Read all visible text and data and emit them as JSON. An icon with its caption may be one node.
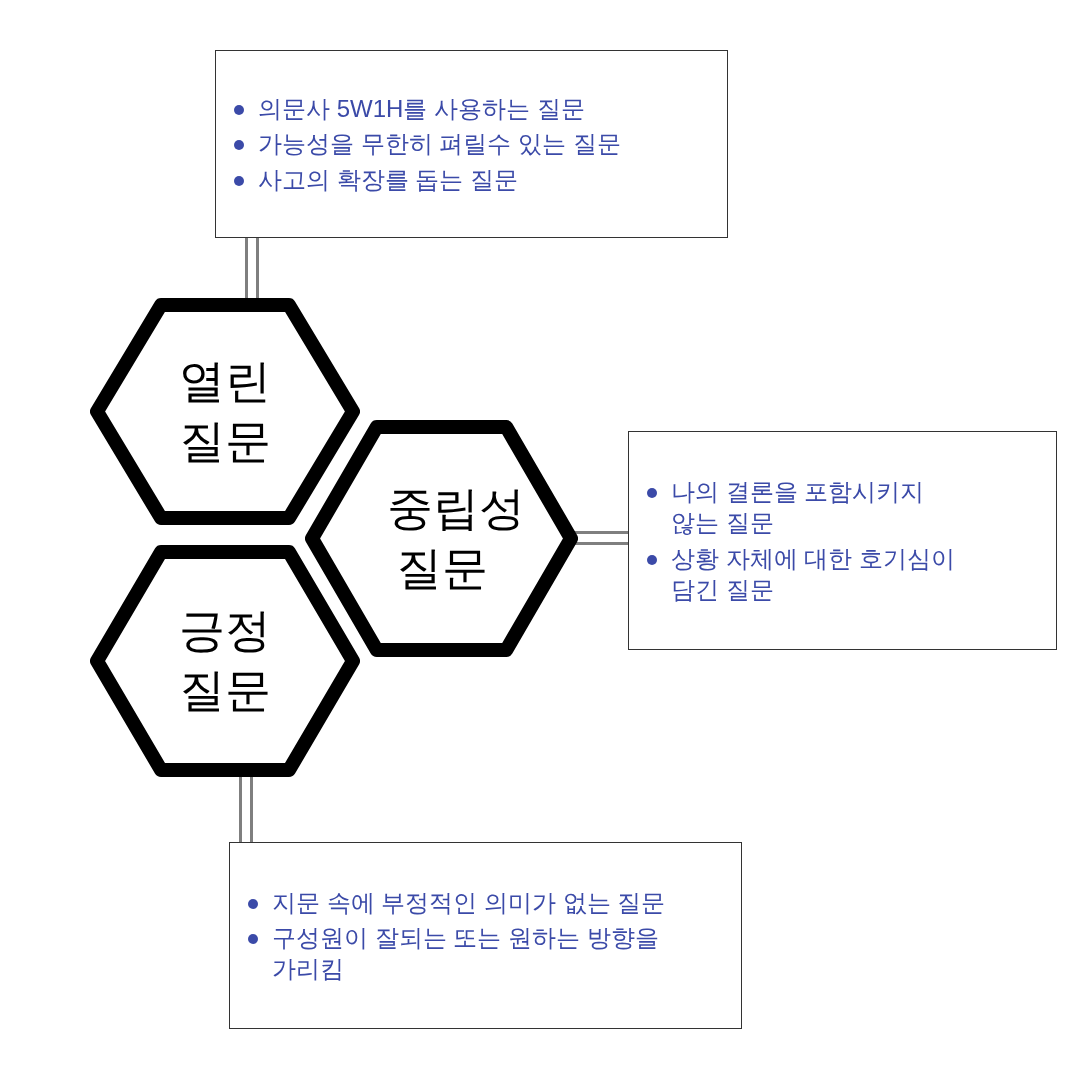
{
  "diagram": {
    "nodes": [
      {
        "text": [
          "열린 질문"
        ]
      },
      {
        "text": [
          "의문사 5W1H를 사용하는 질문",
          "가능성을 무한히 펴릴수 있는 질문",
          "사고의 확장를 돕는 질문"
        ]
      },
      {
        "text": [
          "중립성 질문"
        ]
      },
      {
        "text": [
          "나의 결론을 포함시키지 않는 질문",
          "상황 자체에 대한 호기심이 담긴 질문"
        ]
      },
      {
        "text": [
          "긍정 질문"
        ]
      },
      {
        "text": [
          "지문 속에 부정적인 의미가 없는 질문",
          "구성원이 잘되는 또는 원하는 방향을 가리킴"
        ]
      }
    ],
    "edges": [
      {
        "from": 0,
        "to": 1,
        "arrow": "none"
      },
      {
        "from": 2,
        "to": 3,
        "arrow": "none"
      },
      {
        "from": 4,
        "to": 5,
        "arrow": "none"
      }
    ]
  }
}
